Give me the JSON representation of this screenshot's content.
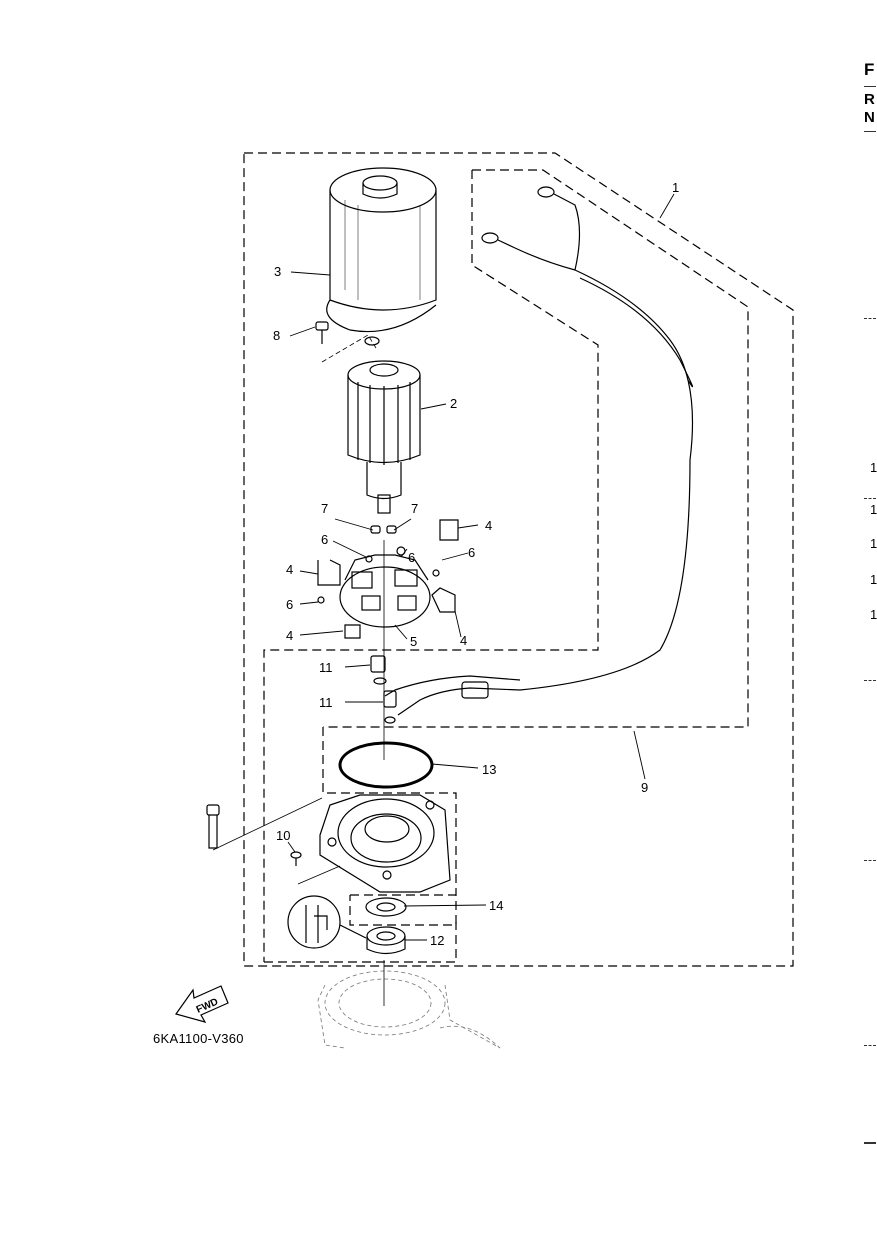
{
  "diagram": {
    "code": "6KA1100-V360",
    "fwd_label": "FWD",
    "callouts": {
      "c1": "1",
      "c2": "2",
      "c3": "3",
      "c4a": "4",
      "c4b": "4",
      "c4c": "4",
      "c4d": "4",
      "c5": "5",
      "c6a": "6",
      "c6b": "6",
      "c6c": "6",
      "c6d": "6",
      "c7a": "7",
      "c7b": "7",
      "c8": "8",
      "c9": "9",
      "c10": "10",
      "c11a": "11",
      "c11b": "11",
      "c12": "12",
      "c13": "13",
      "c14": "14"
    }
  },
  "margin": {
    "letters": [
      "F",
      "R",
      "N"
    ],
    "numbers": [
      "1",
      "1",
      "1",
      "1",
      "1"
    ]
  }
}
